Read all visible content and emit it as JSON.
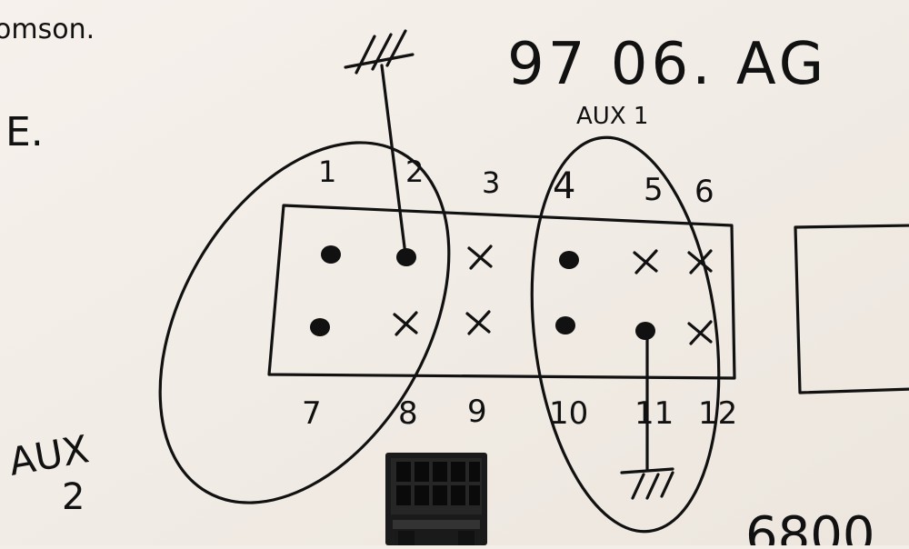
{
  "header": {
    "top_left_fragment": "omson.",
    "left_fragment": "E.",
    "reference": "97 06. AG"
  },
  "labels": {
    "aux1": "AUX 1",
    "aux2_line1": "AUX",
    "aux2_line2": "2",
    "bottom_right_fragment": "6800"
  },
  "pins": {
    "top": [
      {
        "number": "1",
        "mark": "dot"
      },
      {
        "number": "2",
        "mark": "dot"
      },
      {
        "number": "3",
        "mark": "x"
      },
      {
        "number": "4",
        "mark": "dot"
      },
      {
        "number": "5",
        "mark": "x"
      },
      {
        "number": "6",
        "mark": "x"
      }
    ],
    "bottom": [
      {
        "number": "7",
        "mark": "dot"
      },
      {
        "number": "8",
        "mark": "x"
      },
      {
        "number": "9",
        "mark": "x"
      },
      {
        "number": "10",
        "mark": "dot"
      },
      {
        "number": "11",
        "mark": "dot"
      },
      {
        "number": "12",
        "mark": "x"
      }
    ]
  },
  "ground_symbols": [
    {
      "attached_to_pin": "2",
      "position": "top"
    },
    {
      "attached_to_pin": "11",
      "position": "bottom"
    }
  ],
  "colors": {
    "ink": "#111111",
    "paper": "#f3eee8",
    "connector": "#1a1a1a"
  }
}
